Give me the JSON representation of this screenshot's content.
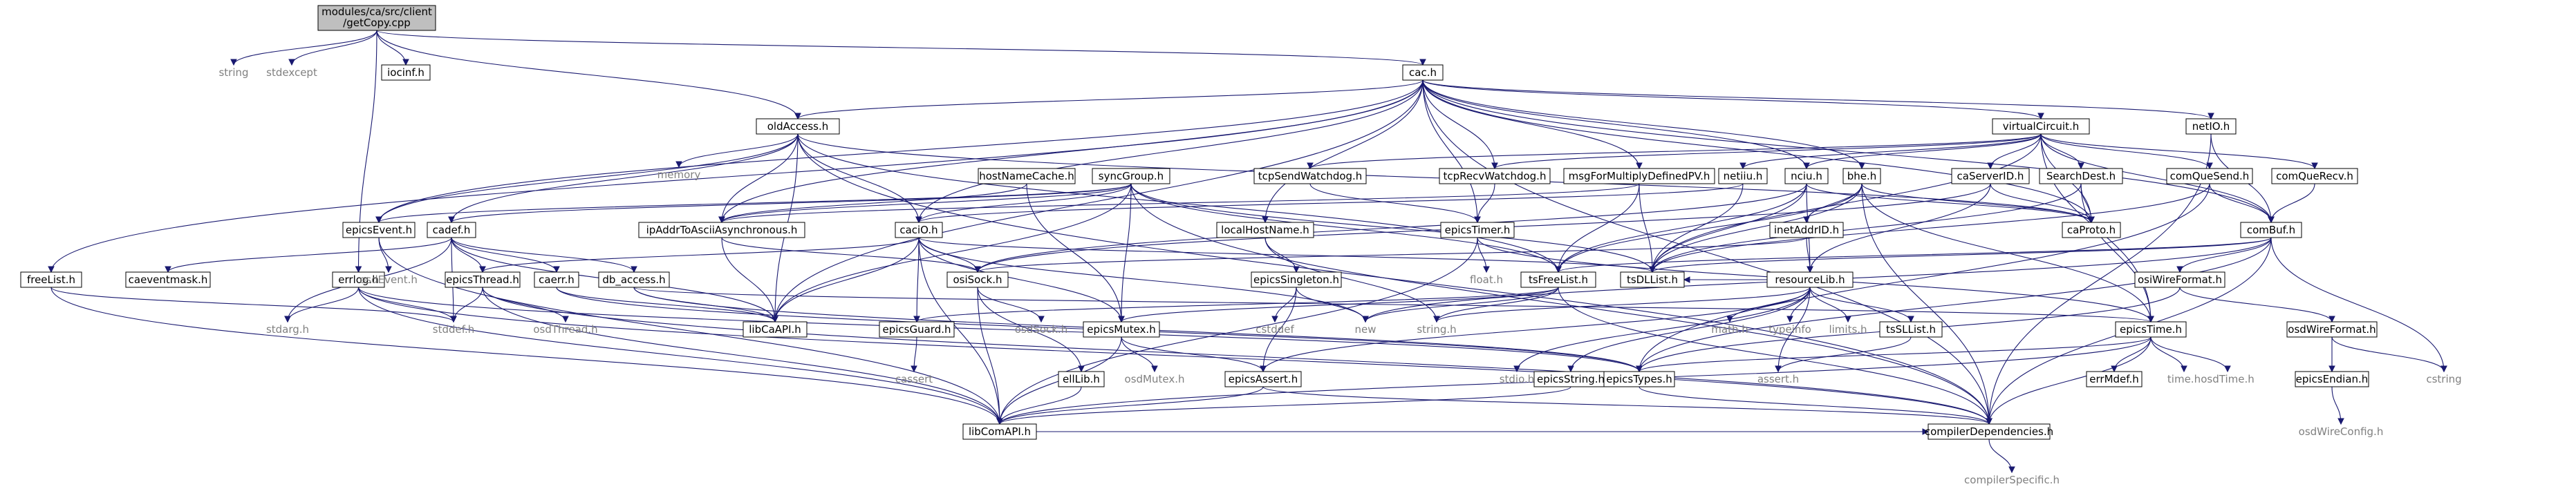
{
  "diagram": {
    "root": {
      "id": "getcopy",
      "label_lines": [
        "modules/ca/src/client",
        "/getCopy.cpp"
      ]
    },
    "nodes": [
      {
        "id": "string",
        "label": "string",
        "kind": "ext"
      },
      {
        "id": "stdexcept",
        "label": "stdexcept",
        "kind": "ext"
      },
      {
        "id": "iocinf",
        "label": "iocinf.h",
        "kind": "file"
      },
      {
        "id": "cac",
        "label": "cac.h",
        "kind": "file"
      },
      {
        "id": "oldAccess",
        "label": "oldAccess.h",
        "kind": "file"
      },
      {
        "id": "errlog",
        "label": "errlog.h",
        "kind": "file"
      },
      {
        "id": "freeList",
        "label": "freeList.h",
        "kind": "file"
      },
      {
        "id": "memory",
        "label": "memory",
        "kind": "ext"
      },
      {
        "id": "virtualCircuit",
        "label": "virtualCircuit.h",
        "kind": "file"
      },
      {
        "id": "netIO",
        "label": "netIO.h",
        "kind": "file"
      },
      {
        "id": "hostNameCache",
        "label": "hostNameCache.h",
        "kind": "file"
      },
      {
        "id": "syncGroup",
        "label": "syncGroup.h",
        "kind": "file"
      },
      {
        "id": "tcpSendWatchdog",
        "label": "tcpSendWatchdog.h",
        "kind": "file"
      },
      {
        "id": "tcpRecvWatchdog",
        "label": "tcpRecvWatchdog.h",
        "kind": "file"
      },
      {
        "id": "msgForMultiplyDefinedPV",
        "label": "msgForMultiplyDefinedPV.h",
        "kind": "file"
      },
      {
        "id": "netiiu",
        "label": "netiiu.h",
        "kind": "file"
      },
      {
        "id": "nciu",
        "label": "nciu.h",
        "kind": "file"
      },
      {
        "id": "bhe",
        "label": "bhe.h",
        "kind": "file"
      },
      {
        "id": "caServerID",
        "label": "caServerID.h",
        "kind": "file"
      },
      {
        "id": "SearchDest",
        "label": "SearchDest.h",
        "kind": "file"
      },
      {
        "id": "comQueSend",
        "label": "comQueSend.h",
        "kind": "file"
      },
      {
        "id": "comQueRecv",
        "label": "comQueRecv.h",
        "kind": "file"
      },
      {
        "id": "epicsEvent",
        "label": "epicsEvent.h",
        "kind": "file"
      },
      {
        "id": "cadef",
        "label": "cadef.h",
        "kind": "file"
      },
      {
        "id": "gAddr",
        "label": "ipAddrToAsciiAsynchronous.h",
        "kind": "file"
      },
      {
        "id": "caciO",
        "label": "caciO.h",
        "kind": "file"
      },
      {
        "id": "localHostName",
        "label": "localHostName.h",
        "kind": "file"
      },
      {
        "id": "epicsTimer",
        "label": "epicsTimer.h",
        "kind": "file"
      },
      {
        "id": "inetAddrID",
        "label": "inetAddrID.h",
        "kind": "file"
      },
      {
        "id": "caProto",
        "label": "caProto.h",
        "kind": "file"
      },
      {
        "id": "comBuf",
        "label": "comBuf.h",
        "kind": "file"
      },
      {
        "id": "caeventmask",
        "label": "caeventmask.h",
        "kind": "file"
      },
      {
        "id": "epicsThread",
        "label": "epicsThread.h",
        "kind": "file"
      },
      {
        "id": "caerr",
        "label": "caerr.h",
        "kind": "file"
      },
      {
        "id": "db_access",
        "label": "db_access.h",
        "kind": "file"
      },
      {
        "id": "osdEvent",
        "label": "osdEvent.h",
        "kind": "ext"
      },
      {
        "id": "osiSock",
        "label": "osiSock.h",
        "kind": "file"
      },
      {
        "id": "epicsSingleton",
        "label": "epicsSingleton.h",
        "kind": "file"
      },
      {
        "id": "float",
        "label": "float.h",
        "kind": "ext"
      },
      {
        "id": "tsFreeList",
        "label": "tsFreeList.h",
        "kind": "file"
      },
      {
        "id": "tsDLList",
        "label": "tsDLList.h",
        "kind": "file"
      },
      {
        "id": "resourceLib",
        "label": "resourceLib.h",
        "kind": "file"
      },
      {
        "id": "osiWireFormat",
        "label": "osiWireFormat.h",
        "kind": "file"
      },
      {
        "id": "stdarg",
        "label": "stdarg.h",
        "kind": "ext"
      },
      {
        "id": "stddef",
        "label": "stddef.h",
        "kind": "ext"
      },
      {
        "id": "osdThread",
        "label": "osdThread.h",
        "kind": "ext"
      },
      {
        "id": "libCaAPI",
        "label": "libCaAPI.h",
        "kind": "file"
      },
      {
        "id": "epicsGuard",
        "label": "epicsGuard.h",
        "kind": "file"
      },
      {
        "id": "osdSock",
        "label": "osdSock.h",
        "kind": "ext"
      },
      {
        "id": "cstddef",
        "label": "cstddef",
        "kind": "ext"
      },
      {
        "id": "new",
        "label": "new",
        "kind": "ext"
      },
      {
        "id": "stringh",
        "label": "string.h",
        "kind": "ext"
      },
      {
        "id": "epicsMutex",
        "label": "epicsMutex.h",
        "kind": "file"
      },
      {
        "id": "math",
        "label": "math.h",
        "kind": "ext"
      },
      {
        "id": "typeinfo",
        "label": "typeinfo",
        "kind": "ext"
      },
      {
        "id": "limits",
        "label": "limits.h",
        "kind": "ext"
      },
      {
        "id": "tsSLList",
        "label": "tsSLList.h",
        "kind": "file"
      },
      {
        "id": "epicsTime",
        "label": "epicsTime.h",
        "kind": "file"
      },
      {
        "id": "osdWireFormat",
        "label": "osdWireFormat.h",
        "kind": "file"
      },
      {
        "id": "cassert",
        "label": "cassert",
        "kind": "ext"
      },
      {
        "id": "epicsString",
        "label": "epicsString.h",
        "kind": "file"
      },
      {
        "id": "stdio",
        "label": "stdio.h",
        "kind": "ext"
      },
      {
        "id": "epicsTypes",
        "label": "epicsTypes.h",
        "kind": "file"
      },
      {
        "id": "assert",
        "label": "assert.h",
        "kind": "ext"
      },
      {
        "id": "errMdef",
        "label": "errMdef.h",
        "kind": "file"
      },
      {
        "id": "timeh",
        "label": "time.h",
        "kind": "ext"
      },
      {
        "id": "osdTime",
        "label": "osdTime.h",
        "kind": "ext"
      },
      {
        "id": "epicsEndian",
        "label": "epicsEndian.h",
        "kind": "file"
      },
      {
        "id": "cstring",
        "label": "cstring",
        "kind": "ext"
      },
      {
        "id": "ellLib",
        "label": "ellLib.h",
        "kind": "file"
      },
      {
        "id": "osdMutex",
        "label": "osdMutex.h",
        "kind": "ext"
      },
      {
        "id": "epicsAssert",
        "label": "epicsAssert.h",
        "kind": "file"
      },
      {
        "id": "libComAPI",
        "label": "libComAPI.h",
        "kind": "file"
      },
      {
        "id": "compilerDependencies",
        "label": "compilerDependencies.h",
        "kind": "file"
      },
      {
        "id": "compilerSpecific",
        "label": "compilerSpecific.h",
        "kind": "ext"
      },
      {
        "id": "osdWireConfig",
        "label": "osdWireConfig.h",
        "kind": "ext"
      }
    ],
    "edges": [
      [
        "getcopy",
        "string"
      ],
      [
        "getcopy",
        "stdexcept"
      ],
      [
        "getcopy",
        "iocinf"
      ],
      [
        "getcopy",
        "cac"
      ],
      [
        "getcopy",
        "oldAccess"
      ],
      [
        "getcopy",
        "errlog"
      ],
      [
        "cac",
        "virtualCircuit"
      ],
      [
        "cac",
        "netIO"
      ],
      [
        "cac",
        "oldAccess"
      ],
      [
        "cac",
        "freeList"
      ],
      [
        "cac",
        "epicsEvent"
      ],
      [
        "cac",
        "gAddr"
      ],
      [
        "cac",
        "caciO"
      ],
      [
        "cac",
        "localHostName"
      ],
      [
        "cac",
        "epicsTimer"
      ],
      [
        "cac",
        "tcpRecvWatchdog"
      ],
      [
        "cac",
        "msgForMultiplyDefinedPV"
      ],
      [
        "cac",
        "bhe"
      ],
      [
        "cac",
        "comBuf"
      ],
      [
        "cac",
        "caProto"
      ],
      [
        "cac",
        "libCaAPI"
      ],
      [
        "cac",
        "compilerDependencies"
      ],
      [
        "cac",
        "nciu"
      ],
      [
        "oldAccess",
        "memory"
      ],
      [
        "oldAccess",
        "cadef"
      ],
      [
        "oldAccess",
        "caciO"
      ],
      [
        "oldAccess",
        "libCaAPI"
      ],
      [
        "oldAccess",
        "gAddr"
      ],
      [
        "oldAccess",
        "tsFreeList"
      ],
      [
        "oldAccess",
        "caProto"
      ],
      [
        "oldAccess",
        "compilerDependencies"
      ],
      [
        "oldAccess",
        "epicsEvent"
      ],
      [
        "virtualCircuit",
        "tcpSendWatchdog"
      ],
      [
        "virtualCircuit",
        "tcpRecvWatchdog"
      ],
      [
        "virtualCircuit",
        "netiiu"
      ],
      [
        "virtualCircuit",
        "nciu"
      ],
      [
        "virtualCircuit",
        "caServerID"
      ],
      [
        "virtualCircuit",
        "SearchDest"
      ],
      [
        "virtualCircuit",
        "comQueSend"
      ],
      [
        "virtualCircuit",
        "comQueRecv"
      ],
      [
        "virtualCircuit",
        "comBuf"
      ],
      [
        "virtualCircuit",
        "tsDLList"
      ],
      [
        "virtualCircuit",
        "caProto"
      ],
      [
        "virtualCircuit",
        "epicsTime"
      ],
      [
        "netIO",
        "comBuf"
      ],
      [
        "netIO",
        "compilerDependencies"
      ],
      [
        "hostNameCache",
        "gAddr"
      ],
      [
        "hostNameCache",
        "epicsMutex"
      ],
      [
        "syncGroup",
        "gAddr"
      ],
      [
        "syncGroup",
        "caciO"
      ],
      [
        "syncGroup",
        "cadef"
      ],
      [
        "syncGroup",
        "epicsEvent"
      ],
      [
        "syncGroup",
        "libCaAPI"
      ],
      [
        "syncGroup",
        "tsDLList"
      ],
      [
        "syncGroup",
        "tsFreeList"
      ],
      [
        "syncGroup",
        "epicsMutex"
      ],
      [
        "syncGroup",
        "compilerDependencies"
      ],
      [
        "tcpSendWatchdog",
        "epicsTimer"
      ],
      [
        "tcpRecvWatchdog",
        "epicsTimer"
      ],
      [
        "msgForMultiplyDefinedPV",
        "tsFreeList"
      ],
      [
        "msgForMultiplyDefinedPV",
        "tsDLList"
      ],
      [
        "msgForMultiplyDefinedPV",
        "gAddr"
      ],
      [
        "netiiu",
        "caciO"
      ],
      [
        "netiiu",
        "tsDLList"
      ],
      [
        "nciu",
        "tsDLList"
      ],
      [
        "nciu",
        "tsFreeList"
      ],
      [
        "nciu",
        "resourceLib"
      ],
      [
        "nciu",
        "caProto"
      ],
      [
        "nciu",
        "osiSock"
      ],
      [
        "bhe",
        "inetAddrID"
      ],
      [
        "bhe",
        "tsDLList"
      ],
      [
        "bhe",
        "tsFreeList"
      ],
      [
        "bhe",
        "epicsTime"
      ],
      [
        "bhe",
        "caProto"
      ],
      [
        "bhe",
        "compilerDependencies"
      ],
      [
        "caServerID",
        "caProto"
      ],
      [
        "caServerID",
        "osiSock"
      ],
      [
        "caServerID",
        "resourceLib"
      ],
      [
        "SearchDest",
        "caProto"
      ],
      [
        "SearchDest",
        "tsDLList"
      ],
      [
        "SearchDest",
        "epicsTime"
      ],
      [
        "comQueSend",
        "comBuf"
      ],
      [
        "comQueSend",
        "tsDLList"
      ],
      [
        "comQueSend",
        "epicsTypes"
      ],
      [
        "comQueRecv",
        "comBuf"
      ],
      [
        "epicsEvent",
        "osdEvent"
      ],
      [
        "epicsEvent",
        "libComAPI"
      ],
      [
        "cadef",
        "caeventmask"
      ],
      [
        "cadef",
        "epicsThread"
      ],
      [
        "cadef",
        "caerr"
      ],
      [
        "cadef",
        "db_access"
      ],
      [
        "cadef",
        "libCaAPI"
      ],
      [
        "cadef",
        "stdarg"
      ],
      [
        "cadef",
        "stddef"
      ],
      [
        "gAddr",
        "osiSock"
      ],
      [
        "gAddr",
        "libCaAPI"
      ],
      [
        "caciO",
        "epicsThread"
      ],
      [
        "caciO",
        "epicsGuard"
      ],
      [
        "caciO",
        "epicsMutex"
      ],
      [
        "caciO",
        "tsDLList"
      ],
      [
        "caciO",
        "libCaAPI"
      ],
      [
        "caciO",
        "libComAPI"
      ],
      [
        "caciO",
        "osiSock"
      ],
      [
        "caciO",
        "new"
      ],
      [
        "localHostName",
        "epicsSingleton"
      ],
      [
        "localHostName",
        "stringh"
      ],
      [
        "epicsTimer",
        "epicsTime"
      ],
      [
        "epicsTimer",
        "float"
      ],
      [
        "epicsTimer",
        "libComAPI"
      ],
      [
        "inetAddrID",
        "osiSock"
      ],
      [
        "inetAddrID",
        "resourceLib"
      ],
      [
        "comBuf",
        "osiWireFormat"
      ],
      [
        "comBuf",
        "tsFreeList"
      ],
      [
        "comBuf",
        "cstring"
      ],
      [
        "comBuf",
        "epicsTypes"
      ],
      [
        "comBuf",
        "compilerDependencies"
      ],
      [
        "comBuf",
        "tsDLList"
      ],
      [
        "comBuf",
        "new"
      ],
      [
        "epicsThread",
        "stddef"
      ],
      [
        "epicsThread",
        "osdThread"
      ],
      [
        "epicsThread",
        "libComAPI"
      ],
      [
        "epicsThread",
        "compilerDependencies"
      ],
      [
        "caerr",
        "epicsTypes"
      ],
      [
        "caerr",
        "libCaAPI"
      ],
      [
        "db_access",
        "epicsTypes"
      ],
      [
        "db_access",
        "libCaAPI"
      ],
      [
        "db_access",
        "epicsTime"
      ],
      [
        "osiSock",
        "osdSock"
      ],
      [
        "osiSock",
        "ellLib"
      ],
      [
        "osiSock",
        "libComAPI"
      ],
      [
        "epicsSingleton",
        "new"
      ],
      [
        "epicsSingleton",
        "cstddef"
      ],
      [
        "epicsSingleton",
        "epicsAssert"
      ],
      [
        "tsFreeList",
        "new"
      ],
      [
        "tsFreeList",
        "stringh"
      ],
      [
        "tsFreeList",
        "epicsMutex"
      ],
      [
        "tsFreeList",
        "epicsGuard"
      ],
      [
        "tsFreeList",
        "compilerDependencies"
      ],
      [
        "resourceLib",
        "math"
      ],
      [
        "resourceLib",
        "typeinfo"
      ],
      [
        "resourceLib",
        "limits"
      ],
      [
        "resourceLib",
        "tsSLList"
      ],
      [
        "resourceLib",
        "epicsString"
      ],
      [
        "resourceLib",
        "stringh"
      ],
      [
        "resourceLib",
        "stdio"
      ],
      [
        "resourceLib",
        "assert"
      ],
      [
        "resourceLib",
        "epicsAssert"
      ],
      [
        "resourceLib",
        "tsDLList"
      ],
      [
        "osiWireFormat",
        "osdWireFormat"
      ],
      [
        "osiWireFormat",
        "epicsTypes"
      ],
      [
        "errlog",
        "stdarg"
      ],
      [
        "errlog",
        "stddef"
      ],
      [
        "errlog",
        "libComAPI"
      ],
      [
        "errlog",
        "compilerDependencies"
      ],
      [
        "errlog",
        "epicsTypes"
      ],
      [
        "freeList",
        "stddef"
      ],
      [
        "freeList",
        "libComAPI"
      ],
      [
        "epicsGuard",
        "cassert"
      ],
      [
        "epicsMutex",
        "osdMutex"
      ],
      [
        "epicsMutex",
        "epicsAssert"
      ],
      [
        "epicsMutex",
        "libComAPI"
      ],
      [
        "tsSLList",
        "assert"
      ],
      [
        "epicsTime",
        "time"
      ],
      [
        "epicsTime",
        "errMdef"
      ],
      [
        "epicsTime",
        "timeh"
      ],
      [
        "epicsTime",
        "osdTime"
      ],
      [
        "epicsTime",
        "epicsTypes"
      ],
      [
        "epicsTime",
        "libComAPI"
      ],
      [
        "epicsTime",
        "compilerDependencies"
      ],
      [
        "osdWireFormat",
        "epicsEndian"
      ],
      [
        "osdWireFormat",
        "cstring"
      ],
      [
        "epicsString",
        "stdio"
      ],
      [
        "epicsString",
        "epicsTypes"
      ],
      [
        "epicsString",
        "libComAPI"
      ],
      [
        "epicsTypes",
        "compilerDependencies"
      ],
      [
        "epicsEndian",
        "osdWireConfig"
      ],
      [
        "ellLib",
        "libComAPI"
      ],
      [
        "epicsAssert",
        "libComAPI"
      ],
      [
        "epicsAssert",
        "compilerDependencies"
      ],
      [
        "libComAPI",
        "compilerDependencies"
      ],
      [
        "compilerDependencies",
        "compilerSpecific"
      ]
    ]
  }
}
